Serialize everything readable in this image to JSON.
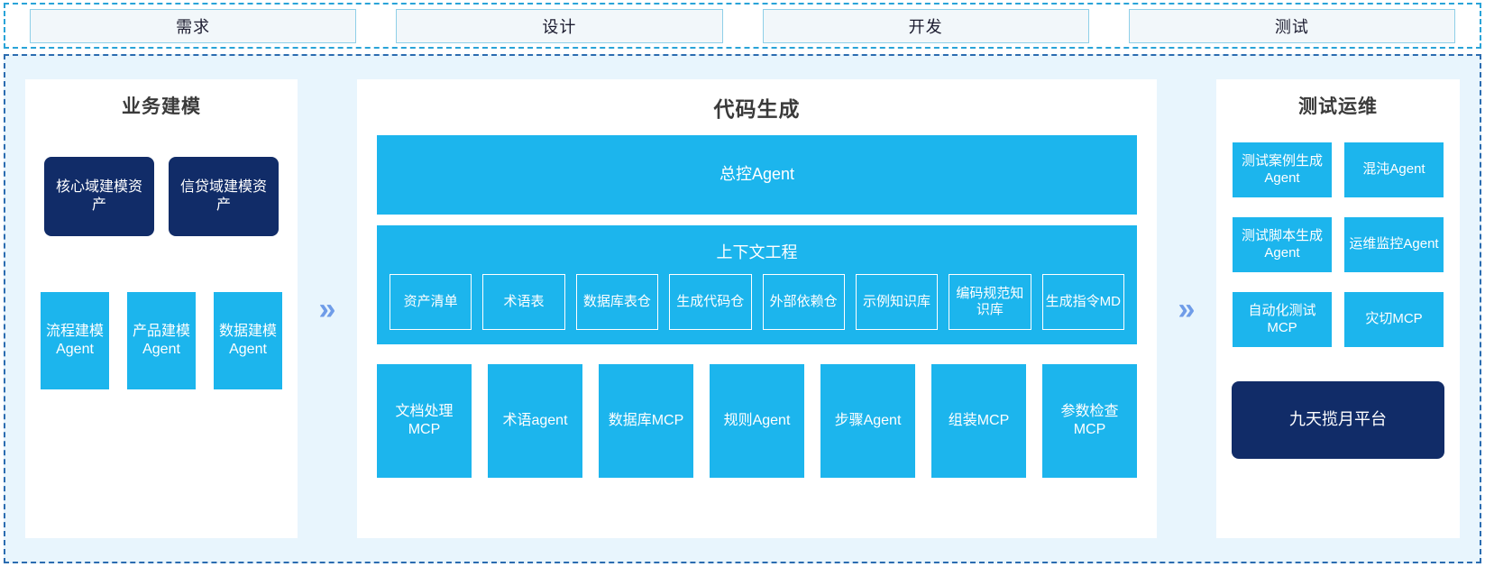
{
  "stages": {
    "items": [
      {
        "label": "需求"
      },
      {
        "label": "设计"
      },
      {
        "label": "开发"
      },
      {
        "label": "测试"
      }
    ]
  },
  "separators": {
    "chevron_glyph": "»",
    "chevron_color": "#6f9ce8"
  },
  "colors": {
    "cyan": "#1cb5ed",
    "navy": "#112c68",
    "page_background": "#e8f5fd",
    "panel_background": "#ffffff",
    "dashed_border": "#2b6cb0",
    "stage_border": "#29a3d8"
  },
  "business_modeling": {
    "title": "业务建模",
    "assets": [
      {
        "label": "核心域建模资产"
      },
      {
        "label": "信贷域建模资产"
      }
    ],
    "agents": [
      {
        "label": "流程建模Agent"
      },
      {
        "label": "产品建模Agent"
      },
      {
        "label": "数据建模Agent"
      }
    ]
  },
  "code_generation": {
    "title": "代码生成",
    "master_agent": "总控Agent",
    "context_engineering": {
      "title": "上下文工程",
      "items": [
        {
          "label": "资产清单"
        },
        {
          "label": "术语表"
        },
        {
          "label": "数据库表仓"
        },
        {
          "label": "生成代码仓"
        },
        {
          "label": "外部依赖仓"
        },
        {
          "label": "示例知识库"
        },
        {
          "label": "编码规范知识库"
        },
        {
          "label": "生成指令MD"
        }
      ]
    },
    "tools": [
      {
        "label": "文档处理MCP"
      },
      {
        "label": "术语agent"
      },
      {
        "label": "数据库MCP"
      },
      {
        "label": "规则Agent"
      },
      {
        "label": "步骤Agent"
      },
      {
        "label": "组装MCP"
      },
      {
        "label": "参数检查MCP"
      }
    ]
  },
  "test_ops": {
    "title": "测试运维",
    "items": [
      {
        "label": "测试案例生成Agent"
      },
      {
        "label": "混沌Agent"
      },
      {
        "label": "测试脚本生成Agent"
      },
      {
        "label": "运维监控Agent"
      },
      {
        "label": "自动化测试MCP"
      },
      {
        "label": "灾切MCP"
      }
    ],
    "platform": "九天揽月平台"
  }
}
